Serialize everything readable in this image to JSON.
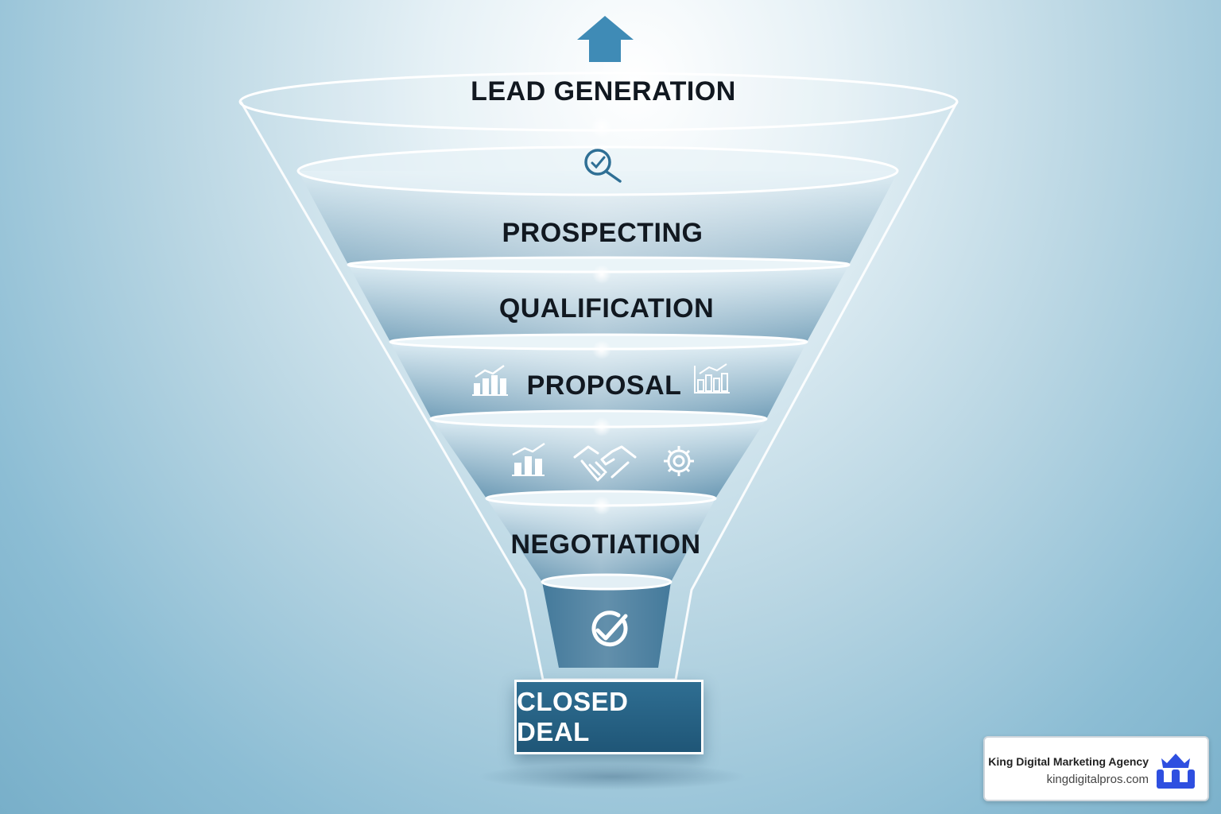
{
  "stages": [
    {
      "label": "LEAD GENERATION"
    },
    {
      "label": "PROSPECTING"
    },
    {
      "label": "QUALIFICATION"
    },
    {
      "label": "PROPOSAL"
    },
    {
      "label": "NEGOTIATION"
    }
  ],
  "final": {
    "label": "CLOSED DEAL"
  },
  "icons": [
    "arrow-up-icon",
    "search-check-icon",
    "bar-chart-icon",
    "handshake-icon",
    "gear-icon",
    "check-circle-icon"
  ],
  "watermark": {
    "title": "King Digital Marketing Agency",
    "url": "kingdigitalpros.com",
    "logo_color": "#2e4fe0"
  },
  "colors": {
    "band_light": "#cde3ee",
    "band_mid": "#8dbdd4",
    "band_dark": "#3f7fa3",
    "outline": "#ffffff",
    "text": "#111820"
  }
}
